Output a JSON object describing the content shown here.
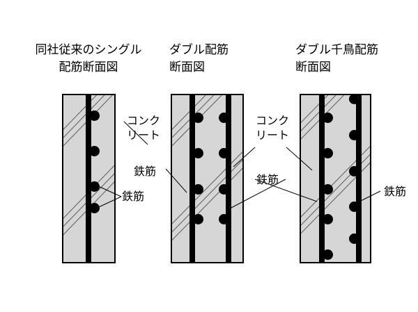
{
  "figure": {
    "background_color": "#ffffff",
    "concrete_fill_color": "#d6d6d6",
    "rebar_color": "#000000",
    "outline_color": "#000000"
  },
  "panels": [
    {
      "id": "single",
      "title": "同社従来のシングル\n配筋断面図",
      "title_line1": "同社従来のシングル",
      "title_line2": "配筋断面図",
      "rebar_layers": 1,
      "rebar_count_per_layer": [
        4
      ],
      "arrangement": "single",
      "labels": {
        "concrete": "コンクリート",
        "concrete_line1": "コンク",
        "concrete_line2": "リート",
        "rebar": "鉄筋"
      }
    },
    {
      "id": "double",
      "title": "ダブル配筋\n断面図",
      "title_line1": "ダブル配筋",
      "title_line2": "断面図",
      "rebar_layers": 2,
      "rebar_count_per_layer": [
        4,
        4
      ],
      "arrangement": "aligned",
      "labels": {
        "concrete": "コンクリート",
        "concrete_line1": "コンク",
        "concrete_line2": "リート",
        "rebar": "鉄筋"
      }
    },
    {
      "id": "double-staggered",
      "title": "ダブル千鳥配筋\n断面図",
      "title_line1": "ダブル千鳥配筋",
      "title_line2": "断面図",
      "rebar_layers": 2,
      "rebar_count_per_layer": [
        5,
        5
      ],
      "arrangement": "staggered",
      "labels": {
        "concrete": "コンクリート",
        "rebar": "鉄筋"
      }
    }
  ],
  "annotations": {
    "concrete_left": "コンク",
    "concrete_left_2": "リート",
    "rebar_left_upper": "鉄筋",
    "rebar_left_lower": "鉄筋",
    "concrete_mid": "コンク",
    "concrete_mid_2": "リート",
    "rebar_mid": "鉄筋",
    "rebar_right": "鉄筋"
  }
}
